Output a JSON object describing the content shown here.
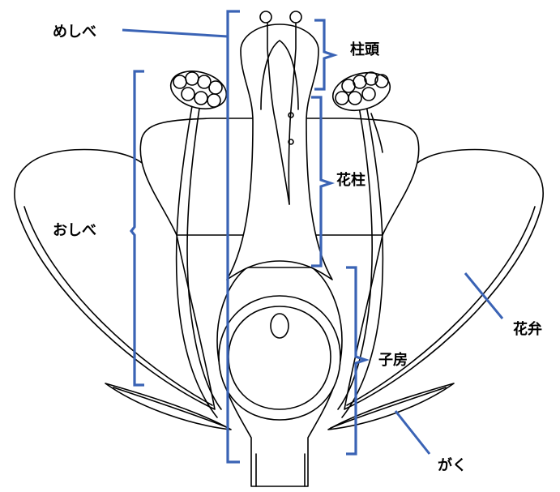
{
  "labels": {
    "pistil": "めしべ",
    "stigma": "柱頭",
    "style": "花柱",
    "stamen": "おしべ",
    "ovary": "子房",
    "petal": "花弁",
    "sepal": "がく"
  },
  "colors": {
    "bracket": "#3a63b5",
    "outline": "#000000",
    "background": "#ffffff"
  }
}
